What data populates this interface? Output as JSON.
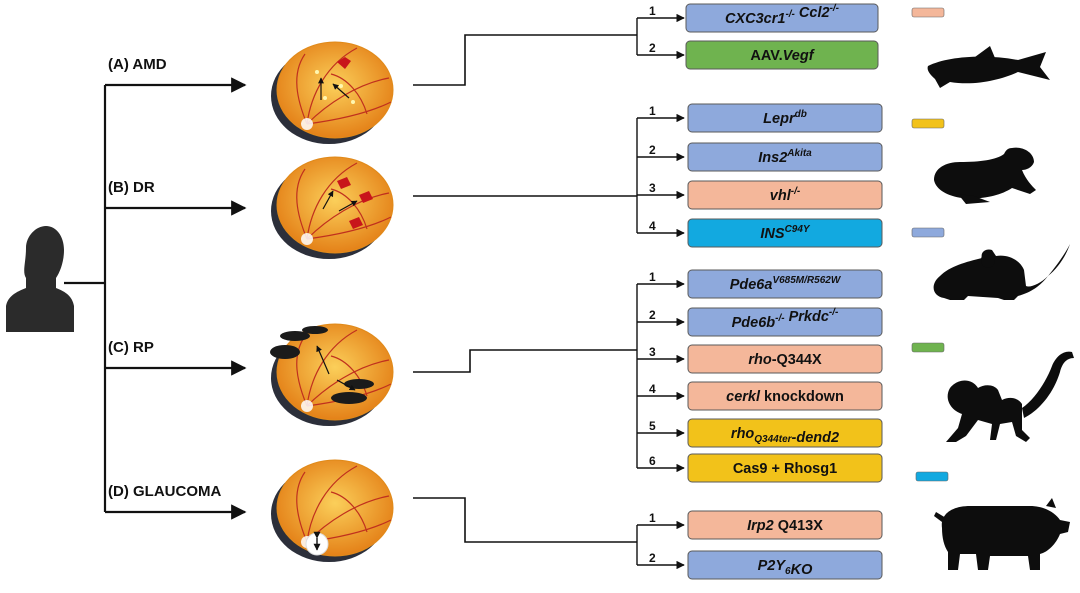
{
  "diseases": [
    {
      "label": "(A) AMD"
    },
    {
      "label": "(B) DR"
    },
    {
      "label": "(C) RP"
    },
    {
      "label": "(D) GLAUCOMA"
    }
  ],
  "models": {
    "amd": [
      {
        "num": "1",
        "text": [
          {
            "t": "CXC3cr1",
            "i": true
          },
          {
            "t": "-/-",
            "sup": true,
            "i": true
          },
          {
            "t": " Ccl2",
            "i": true
          },
          {
            "t": "-/-",
            "sup": true,
            "i": true
          }
        ],
        "species": "mouse"
      },
      {
        "num": "2",
        "text": [
          {
            "t": "AAV."
          },
          {
            "t": "Vegf",
            "i": true
          }
        ],
        "species": "primate"
      }
    ],
    "dr": [
      {
        "num": "1",
        "text": [
          {
            "t": "Lepr",
            "i": true
          },
          {
            "t": "db",
            "sup": true,
            "i": true
          }
        ],
        "species": "mouse"
      },
      {
        "num": "2",
        "text": [
          {
            "t": "Ins2",
            "i": true
          },
          {
            "t": "Akita",
            "sup": true,
            "i": true
          }
        ],
        "species": "mouse"
      },
      {
        "num": "3",
        "text": [
          {
            "t": "vhl",
            "i": true
          },
          {
            "t": "-/-",
            "sup": true,
            "i": true
          }
        ],
        "species": "zebrafish"
      },
      {
        "num": "4",
        "text": [
          {
            "t": "INS",
            "i": true
          },
          {
            "t": "C94Y",
            "sup": true,
            "i": true
          }
        ],
        "species": "pig"
      }
    ],
    "rp": [
      {
        "num": "1",
        "text": [
          {
            "t": "Pde6a",
            "i": true
          },
          {
            "t": "V685M/R562W",
            "sup": true,
            "i": true
          }
        ],
        "species": "mouse"
      },
      {
        "num": "2",
        "text": [
          {
            "t": "Pde6b",
            "i": true
          },
          {
            "t": "-/-",
            "sup": true,
            "i": true
          },
          {
            "t": " Prkdc",
            "i": true
          },
          {
            "t": "-/-",
            "sup": true,
            "i": true
          }
        ],
        "species": "mouse"
      },
      {
        "num": "3",
        "text": [
          {
            "t": "rho",
            "i": true
          },
          {
            "t": "-Q344X"
          }
        ],
        "species": "zebrafish"
      },
      {
        "num": "4",
        "text": [
          {
            "t": "cerkl",
            "i": true
          },
          {
            "t": " knockdown"
          }
        ],
        "species": "zebrafish"
      },
      {
        "num": "5",
        "text": [
          {
            "t": "rho",
            "i": true
          },
          {
            "t": "Q344ter",
            "sub": true,
            "i": true
          },
          {
            "t": "-dend2",
            "i": true
          }
        ],
        "species": "frog"
      },
      {
        "num": "6",
        "text": [
          {
            "t": "Cas9 + Rhosg1"
          }
        ],
        "species": "frog"
      }
    ],
    "glaucoma": [
      {
        "num": "1",
        "text": [
          {
            "t": "Irp2",
            "i": true
          },
          {
            "t": " Q413X"
          }
        ],
        "species": "zebrafish"
      },
      {
        "num": "2",
        "text": [
          {
            "t": "P2Y",
            "i": true
          },
          {
            "t": "6",
            "sub": true,
            "i": true
          },
          {
            "t": "KO",
            "i": true
          }
        ],
        "species": "mouse"
      }
    ]
  },
  "species_legend": [
    {
      "species": "zebrafish",
      "color": "#f4b79a",
      "silhouette": "fish-silhouette"
    },
    {
      "species": "frog",
      "color": "#f2c21a",
      "silhouette": "frog-silhouette"
    },
    {
      "species": "mouse",
      "color": "#8ea9dc",
      "silhouette": "mouse-silhouette"
    },
    {
      "species": "primate",
      "color": "#6fb34f",
      "silhouette": "monkey-silhouette"
    },
    {
      "species": "pig",
      "color": "#12a9e0",
      "silhouette": "pig-silhouette"
    }
  ],
  "icons": {
    "patient": "person-silhouette",
    "fundus": "retina-fundus-icon"
  },
  "colors": {
    "line": "#111111",
    "box_border": "#5a5a5a",
    "fundus_light": "#fbcf5a",
    "fundus_dark": "#e27a12",
    "vessel": "#c0301e",
    "lesion": "#c8151b",
    "pigment": "#1b1b1b",
    "silhouette": "#0d0d0d"
  }
}
